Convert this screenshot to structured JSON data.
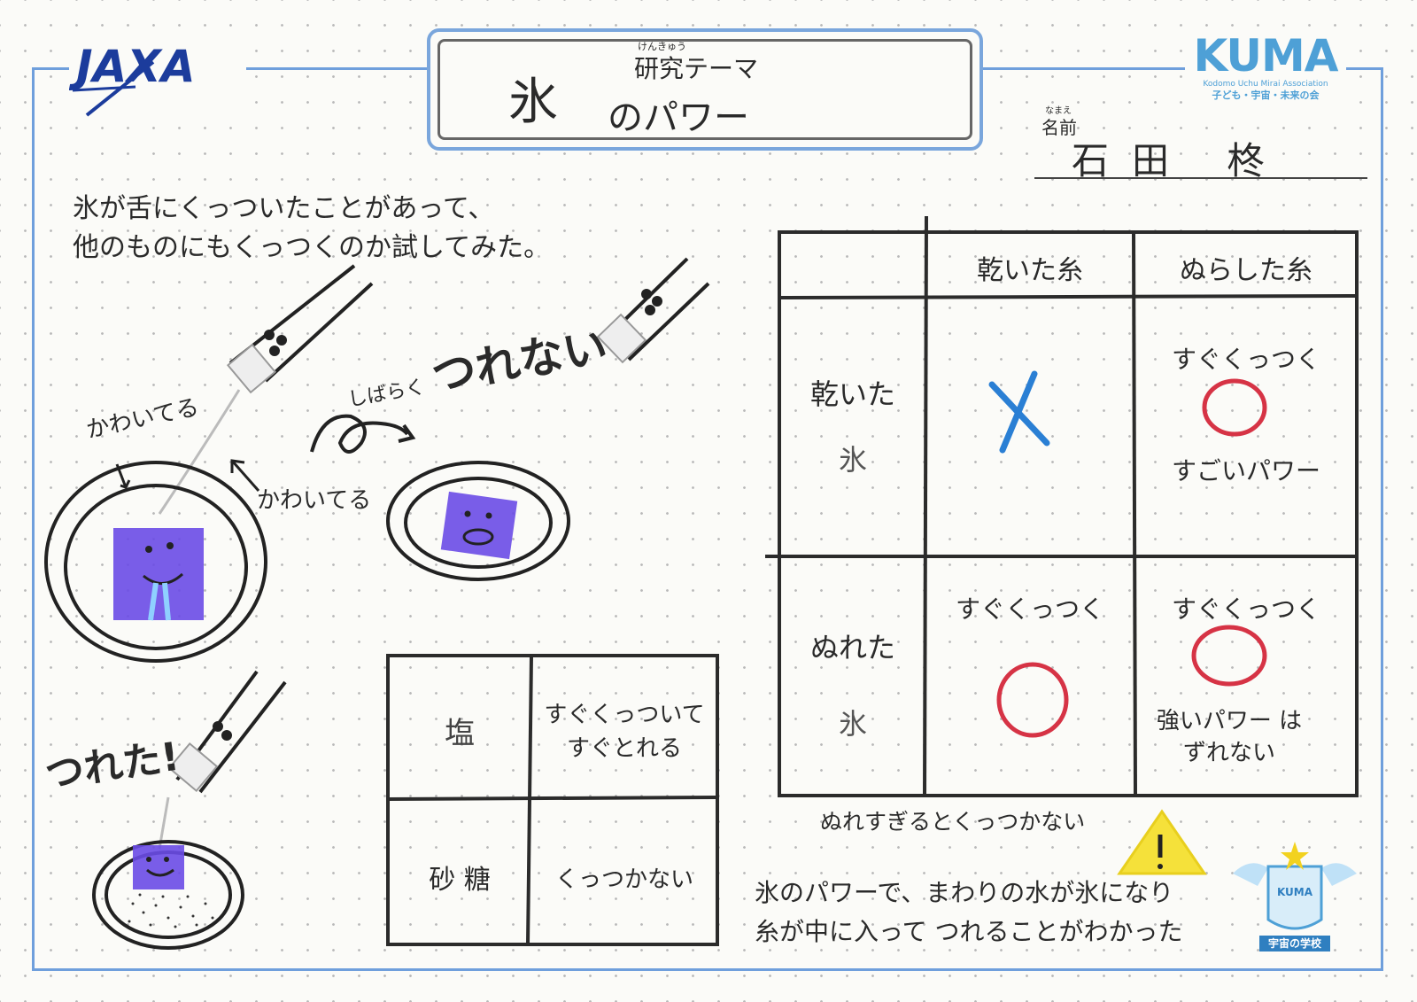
{
  "header": {
    "logo_left": "JAXA",
    "logo_right": "KUMA",
    "logo_right_sub": "Kodomo Uchu Mirai Association",
    "logo_right_sub2": "子ども・宇宙・未来の会",
    "title_main": "氷",
    "title_ruby": "けんきゅう",
    "title_label": "研究テーマ",
    "title_sub": "のパワー",
    "name_ruby": "なまえ",
    "name_label": "名前",
    "name_value": "石田 柊"
  },
  "intro": {
    "line1": "氷が舌にくっついたことがあって、",
    "line2": "他のものにもくっつくのか試してみた。"
  },
  "drawings": {
    "label_dry1": "かわいてる",
    "label_dry2": "かわいてる",
    "label_wait": "しばらく",
    "label_fail": "つれない",
    "label_success": "つれた!"
  },
  "small_table": {
    "rows": [
      {
        "item": "塩",
        "result": [
          "すぐくっついて",
          "すぐとれる"
        ]
      },
      {
        "item": "砂 糖",
        "result": [
          "くっつかない"
        ]
      }
    ]
  },
  "main_table": {
    "col_headers": [
      "乾いた糸",
      "ぬらした糸"
    ],
    "rows": [
      {
        "header": [
          "乾いた",
          "氷"
        ],
        "cells": [
          {
            "mark": "×",
            "mark_color": "#2a7fd4",
            "text_top": "",
            "text_bottom": ""
          },
          {
            "mark": "○",
            "mark_color": "#d63345",
            "text_top": "すぐくっつく",
            "text_bottom": "すごいパワー"
          }
        ]
      },
      {
        "header": [
          "ぬれた",
          "氷"
        ],
        "cells": [
          {
            "mark": "○",
            "mark_color": "#d63345",
            "text_top": "すぐくっつく",
            "text_bottom": ""
          },
          {
            "mark": "○",
            "mark_color": "#d63345",
            "text_top": "すぐくっつく",
            "text_bottom": "強いパワー はずれない"
          }
        ]
      }
    ],
    "note": "ぬれすぎるとくっつかない"
  },
  "conclusion": {
    "line1": "氷のパワーで、まわりの水が氷になり",
    "line2": "糸が中に入って つれることがわかった"
  },
  "badge": {
    "text": "宇宙の学校",
    "emblem": "KUMA"
  },
  "colors": {
    "frame": "#6f9fdc",
    "ice": "#6a4be6",
    "warning": "#f5e13a",
    "red_mark": "#d63345",
    "blue_mark": "#2a7fd4"
  }
}
